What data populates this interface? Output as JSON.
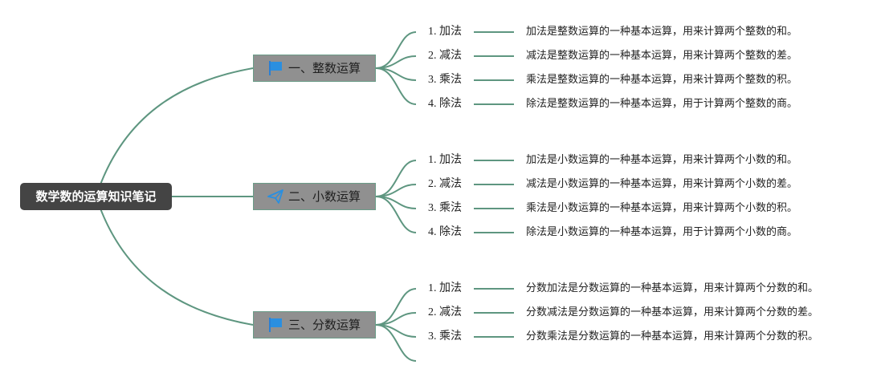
{
  "root": {
    "title": "数学数的运算知识笔记"
  },
  "colors": {
    "line": "#5e9680",
    "root_bg": "#444444",
    "branch_bg": "#909090"
  },
  "branches": [
    {
      "title": "一、整数运算",
      "icon": "flag-icon",
      "items": [
        {
          "label": "1. 加法",
          "desc": "加法是整数运算的一种基本运算，用来计算两个整数的和。"
        },
        {
          "label": "2. 减法",
          "desc": "减法是整数运算的一种基本运算，用来计算两个整数的差。"
        },
        {
          "label": "3. 乘法",
          "desc": "乘法是整数运算的一种基本运算，用来计算两个整数的积。"
        },
        {
          "label": "4. 除法",
          "desc": "除法是整数运算的一种基本运算，用于计算两个整数的商。"
        }
      ]
    },
    {
      "title": "二、小数运算",
      "icon": "paper-plane-icon",
      "items": [
        {
          "label": "1. 加法",
          "desc": "加法是小数运算的一种基本运算，用来计算两个小数的和。"
        },
        {
          "label": "2. 减法",
          "desc": "减法是小数运算的一种基本运算，用来计算两个小数的差。"
        },
        {
          "label": "3. 乘法",
          "desc": "乘法是小数运算的一种基本运算，用来计算两个小数的积。"
        },
        {
          "label": "4. 除法",
          "desc": "除法是小数运算的一种基本运算，用于计算两个小数的商。"
        }
      ]
    },
    {
      "title": "三、分数运算",
      "icon": "flag-icon",
      "items": [
        {
          "label": "1. 加法",
          "desc": "分数加法是分数运算的一种基本运算，用来计算两个分数的和。"
        },
        {
          "label": "2. 减法",
          "desc": "分数减法是分数运算的一种基本运算，用来计算两个分数的差。"
        },
        {
          "label": "3. 乘法",
          "desc": "分数乘法是分数运算的一种基本运算，用来计算两个分数的积。"
        }
      ]
    }
  ]
}
